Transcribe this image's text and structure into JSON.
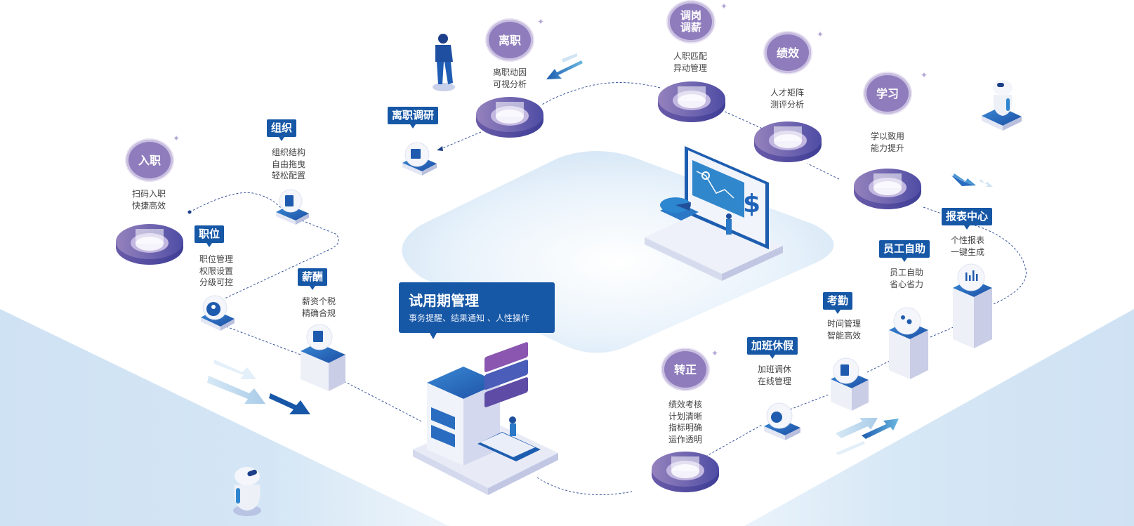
{
  "diagram": {
    "main": {
      "title": "试用期管理",
      "subtitle": "事务提醒、结果通知 、人性操作"
    },
    "stages": [
      {
        "id": "onboarding",
        "label": "入职",
        "desc": "扫码入职\n快捷高效"
      },
      {
        "id": "resignation",
        "label": "离职",
        "desc": "离职动因\n可视分析"
      },
      {
        "id": "transfer",
        "label": "调岗\n调薪",
        "desc": "人职匹配\n异动管理"
      },
      {
        "id": "performance",
        "label": "绩效",
        "desc": "人才矩阵\n测评分析"
      },
      {
        "id": "learning",
        "label": "学习",
        "desc": "学以致用\n能力提升"
      },
      {
        "id": "regularization",
        "label": "转正",
        "desc": "绩效考核\n计划清晰\n指标明确\n运作透明"
      }
    ],
    "modules": [
      {
        "id": "organization",
        "label": "组织",
        "desc": "组织结构\n自由拖曳\n轻松配置",
        "icon": "org-chart-icon"
      },
      {
        "id": "position",
        "label": "职位",
        "desc": "职位管理\n权限设置\n分级可控",
        "icon": "user-icon"
      },
      {
        "id": "salary",
        "label": "薪酬",
        "desc": "薪资个税\n精确合规",
        "icon": "wave-chart-icon"
      },
      {
        "id": "exit-survey",
        "label": "离职调研",
        "desc": "",
        "icon": "id-card-icon"
      },
      {
        "id": "overtime-leave",
        "label": "加班休假",
        "desc": "加班调休\n在线管理",
        "icon": "stopwatch-icon"
      },
      {
        "id": "attendance",
        "label": "考勤",
        "desc": "时间管理\n智能高效",
        "icon": "badge-icon"
      },
      {
        "id": "self-service",
        "label": "员工自助",
        "desc": "员工自助\n省心省力",
        "icon": "team-icon"
      },
      {
        "id": "report-center",
        "label": "报表中心",
        "desc": "个性报表\n一键生成",
        "icon": "bar-chart-icon"
      }
    ],
    "colors": {
      "tag_blue": "#1657a6",
      "stage_purple": "#8f7cbc",
      "disk_dark": "#4b4aa0",
      "floor_blue": "#d2e4f4"
    }
  }
}
